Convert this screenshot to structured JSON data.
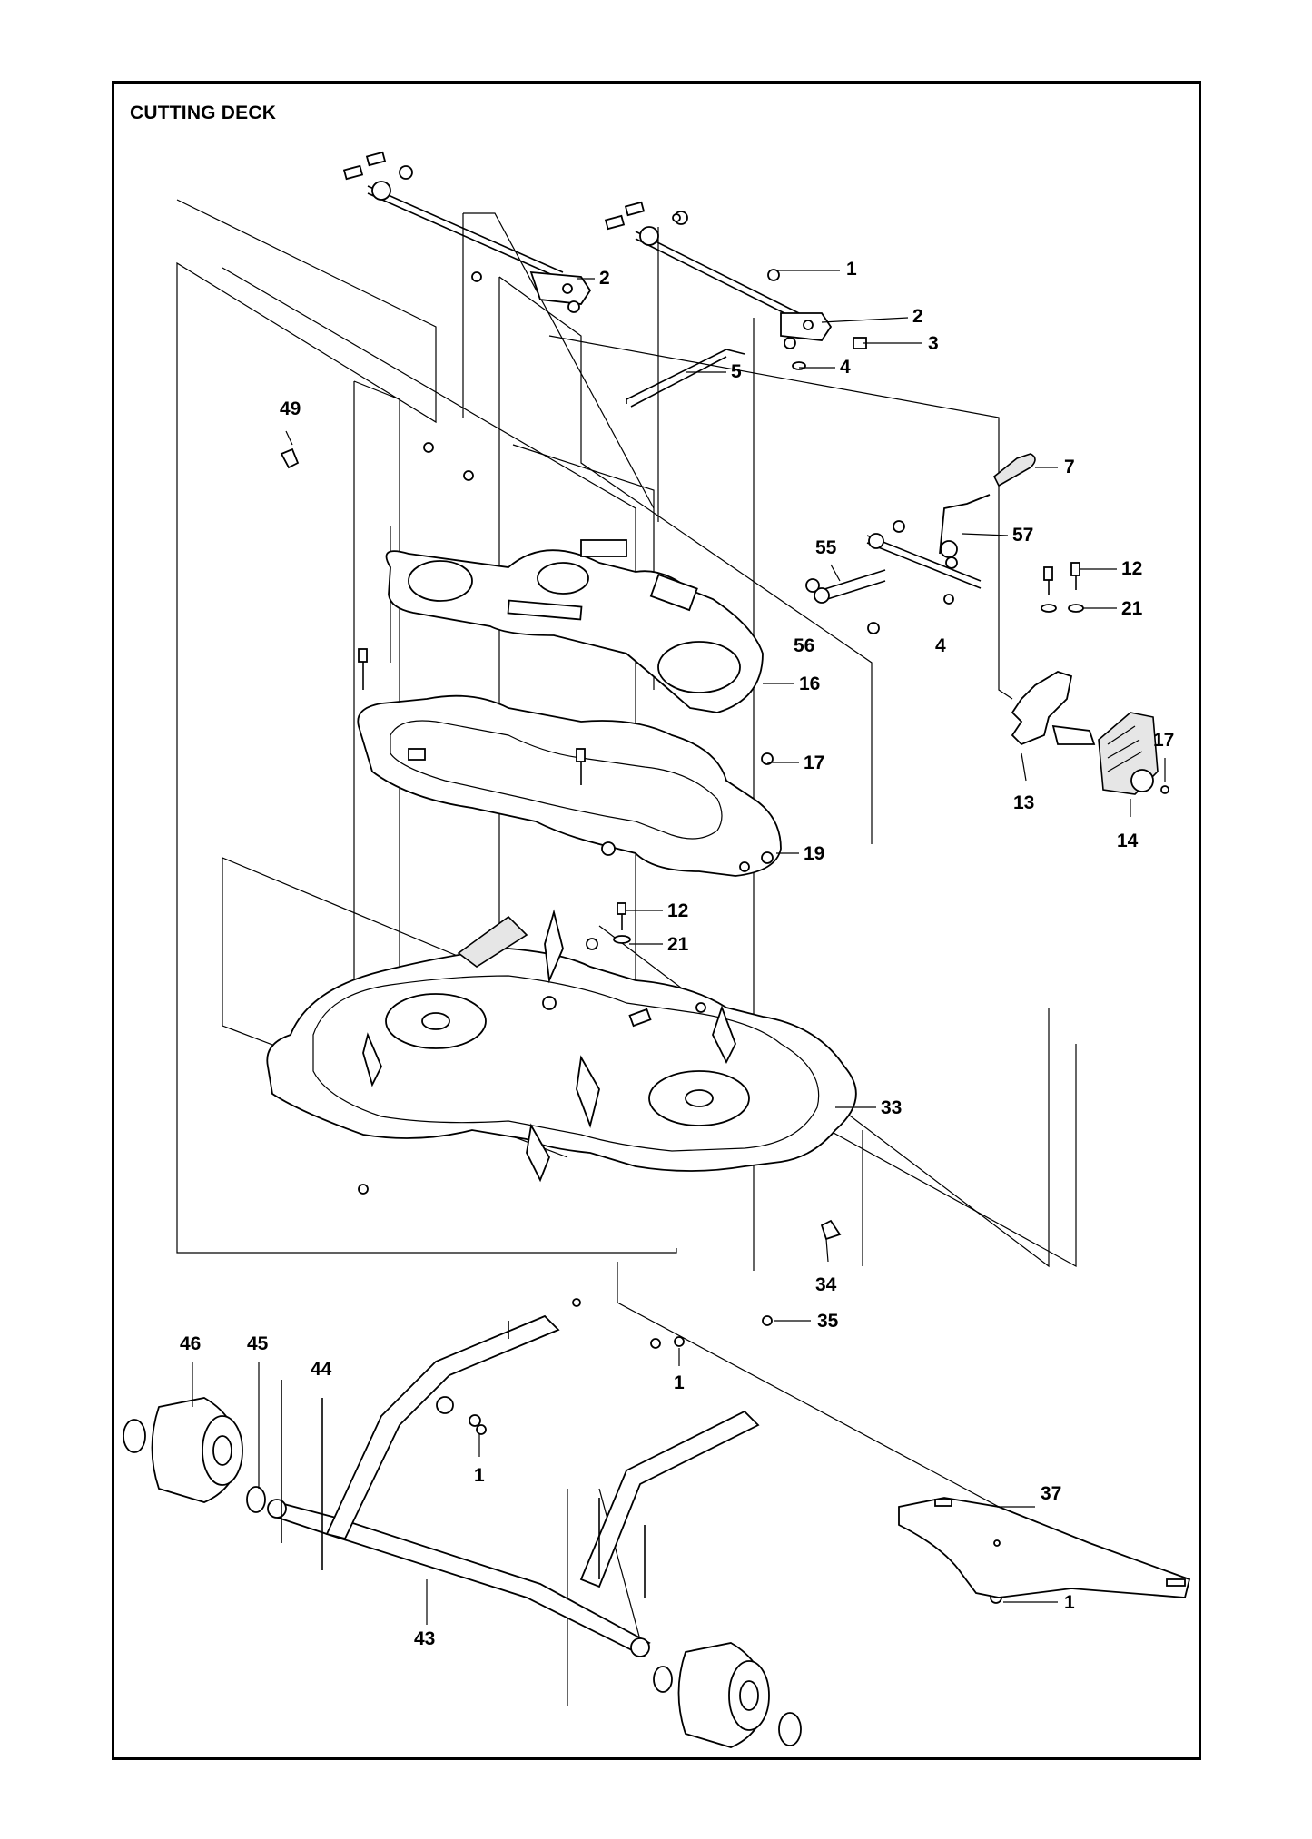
{
  "title": "CUTTING DECK",
  "callouts": [
    {
      "id": "c1a",
      "text": "1"
    },
    {
      "id": "c2a",
      "text": "2"
    },
    {
      "id": "c2b",
      "text": "2"
    },
    {
      "id": "c3",
      "text": "3"
    },
    {
      "id": "c4a",
      "text": "4"
    },
    {
      "id": "c5",
      "text": "5"
    },
    {
      "id": "c49",
      "text": "49"
    },
    {
      "id": "c7",
      "text": "7"
    },
    {
      "id": "c57",
      "text": "57"
    },
    {
      "id": "c55",
      "text": "55"
    },
    {
      "id": "c56",
      "text": "56"
    },
    {
      "id": "c4b",
      "text": "4"
    },
    {
      "id": "c12a",
      "text": "12"
    },
    {
      "id": "c21a",
      "text": "21"
    },
    {
      "id": "c16",
      "text": "16"
    },
    {
      "id": "c17a",
      "text": "17"
    },
    {
      "id": "c17b",
      "text": "17"
    },
    {
      "id": "c13",
      "text": "13"
    },
    {
      "id": "c14",
      "text": "14"
    },
    {
      "id": "c19",
      "text": "19"
    },
    {
      "id": "c12b",
      "text": "12"
    },
    {
      "id": "c21b",
      "text": "21"
    },
    {
      "id": "c33",
      "text": "33"
    },
    {
      "id": "c34",
      "text": "34"
    },
    {
      "id": "c35",
      "text": "35"
    },
    {
      "id": "c1b",
      "text": "1"
    },
    {
      "id": "c46",
      "text": "46"
    },
    {
      "id": "c45",
      "text": "45"
    },
    {
      "id": "c44",
      "text": "44"
    },
    {
      "id": "c1c",
      "text": "1"
    },
    {
      "id": "c37",
      "text": "37"
    },
    {
      "id": "c1d",
      "text": "1"
    },
    {
      "id": "c43",
      "text": "43"
    }
  ]
}
